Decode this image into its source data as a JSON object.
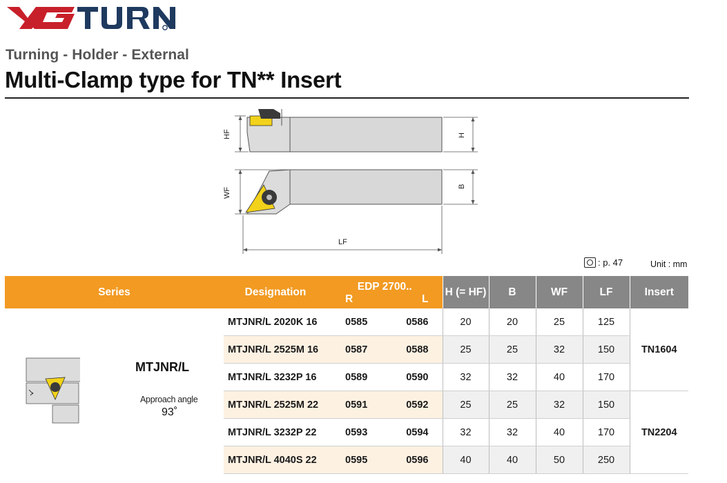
{
  "brand": {
    "name": "YG TURN",
    "color": "#c8202a"
  },
  "header": {
    "subtitle": "Turning - Holder - External",
    "title": "Multi-Clamp type for TN** Insert"
  },
  "drawing_labels": {
    "hf": "HF",
    "h": "H",
    "wf": "WF",
    "b": "B",
    "lf": "LF"
  },
  "notes": {
    "page_ref": ": p. 47",
    "unit": "Unit : mm"
  },
  "table": {
    "headers": {
      "series": "Series",
      "designation": "Designation",
      "edp": "EDP 2700..",
      "edp_r": "R",
      "edp_l": "L",
      "h": "H (= HF)",
      "b": "B",
      "wf": "WF",
      "lf": "LF",
      "insert": "Insert"
    },
    "header_colors": {
      "orange": "#f29a22",
      "gray": "#878787"
    },
    "series": {
      "name": "MTJNR/L",
      "approach_label": "Approach angle",
      "approach_value": "93˚"
    },
    "rows": [
      {
        "designation": "MTJNR/L 2020K 16",
        "edp_r": "0585",
        "edp_l": "0586",
        "h": "20",
        "b": "20",
        "wf": "25",
        "lf": "125"
      },
      {
        "designation": "MTJNR/L 2525M 16",
        "edp_r": "0587",
        "edp_l": "0588",
        "h": "25",
        "b": "25",
        "wf": "32",
        "lf": "150"
      },
      {
        "designation": "MTJNR/L 3232P 16",
        "edp_r": "0589",
        "edp_l": "0590",
        "h": "32",
        "b": "32",
        "wf": "40",
        "lf": "170"
      },
      {
        "designation": "MTJNR/L 2525M 22",
        "edp_r": "0591",
        "edp_l": "0592",
        "h": "25",
        "b": "25",
        "wf": "32",
        "lf": "150"
      },
      {
        "designation": "MTJNR/L 3232P 22",
        "edp_r": "0593",
        "edp_l": "0594",
        "h": "32",
        "b": "32",
        "wf": "40",
        "lf": "170"
      },
      {
        "designation": "MTJNR/L 4040S 22",
        "edp_r": "0595",
        "edp_l": "0596",
        "h": "40",
        "b": "40",
        "wf": "50",
        "lf": "250"
      }
    ],
    "inserts": [
      "TN1604",
      "TN2204"
    ]
  }
}
